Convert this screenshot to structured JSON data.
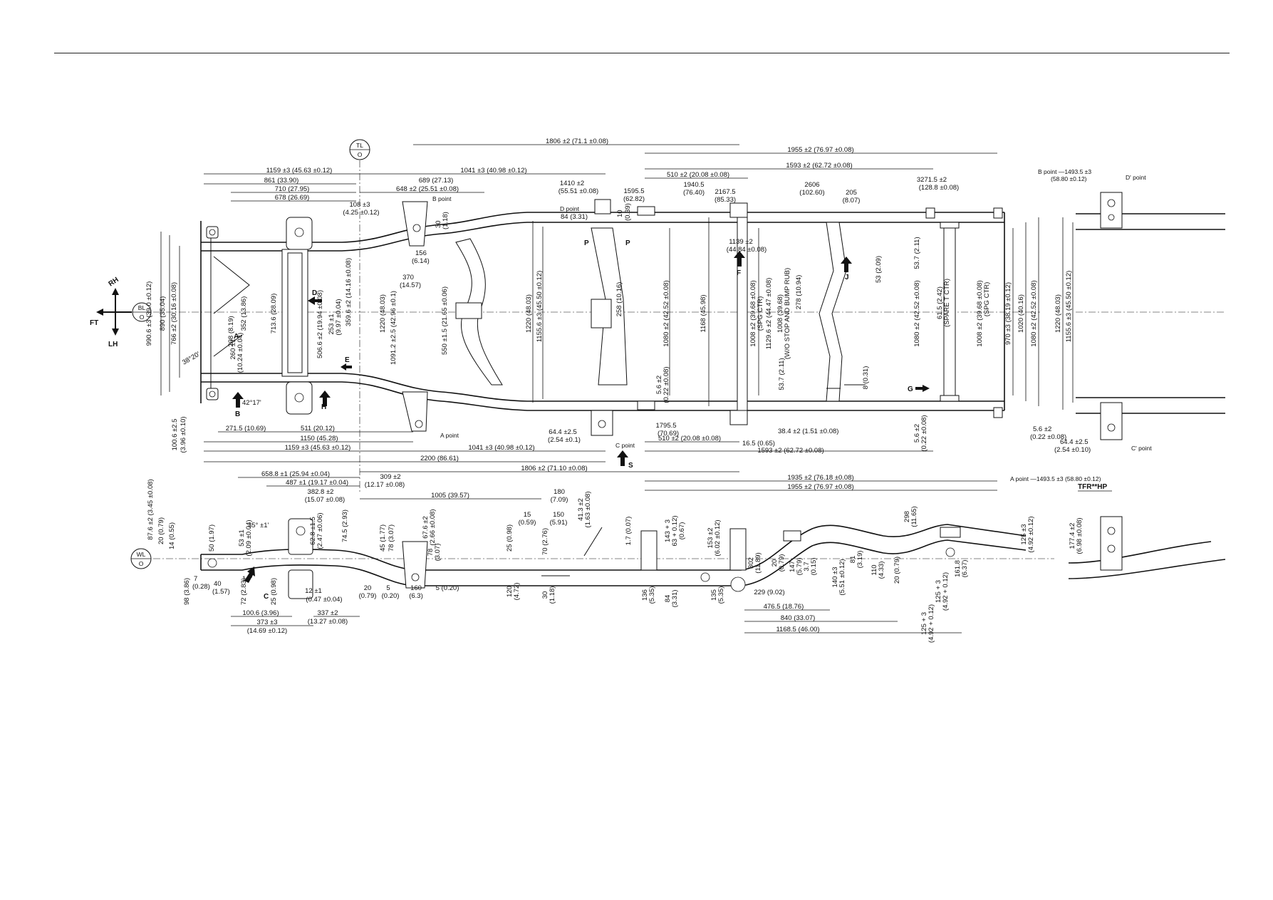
{
  "datums": {
    "tl": "TL",
    "bl": "BL",
    "wl": "WL",
    "zero": "O"
  },
  "orientation": {
    "rh": "RH",
    "lh": "LH",
    "ft": "FT"
  },
  "model_label": "TFR**HP",
  "point_labels": {
    "b_point": "B point",
    "a_point": "A point",
    "c_point": "C point",
    "d_point": "D point",
    "d_prime_point": "D' point",
    "c_prime_point": "C' point",
    "b_point_right": "B point —1493.5 ±3",
    "b_point_right_sub": "(58.80 ±0.12)",
    "a_point_right": "A point —1493.5 ±3 (58.80 ±0.12)"
  },
  "arrows": {
    "a": "A",
    "b": "B",
    "c": "C",
    "d": "D",
    "e": "E",
    "f": "F",
    "g": "G",
    "h": "H",
    "j": "J",
    "p": "P",
    "s": "S"
  },
  "top_dims": {
    "d1806": "1806 ±2 (71.1 ±0.08)",
    "d1955": "1955 ±2 (76.97 ±0.08)",
    "d1593": "1593 ±2 (62.72 ±0.08)",
    "d1159": "1159 ±3 (45.63 ±0.12)",
    "d689": "689 (27.13)",
    "d1041": "1041 ±3 (40.98 ±0.12)",
    "d861": "861 (33.90)",
    "d710": "710 (27.95)",
    "d678": "678 (26.69)",
    "d648": "648 ±2 (25.51 ±0.08)",
    "d1410": "1410 ±2",
    "d1410b": "(55.51 ±0.08)",
    "d1595": "1595.5",
    "d1595b": "(62.82)",
    "d510": "510 ±2 (20.08 ±0.08)",
    "d1940": "1940.5",
    "d1940b": "(76.40)",
    "d2167": "2167.5",
    "d2167b": "(85.33)",
    "d2606": "2606",
    "d2606b": "(102.60)",
    "d205": "205",
    "d205b": "(8.07)",
    "d3271": "3271.5 ±2",
    "d3271b": "(128.8 ±0.08)",
    "d108": "108 ±3",
    "d108b": "(4.25 ±0.12)",
    "d84": "84 (3.31)",
    "d10": "10",
    "d10b": "(0.39)",
    "d30": "30",
    "d30b": "(1.18)",
    "d156": "156",
    "d156b": "(6.14)",
    "d1139": "1139 ±2",
    "d1139b": "(44.84 ±0.08)"
  },
  "mid_dims": {
    "d990": "990.6 ±3 (39.0 ±0.12)",
    "d890": "890 (35.04)",
    "d766": "766 ±2 (30.16 ±0.08)",
    "d352": "352 (13.86)",
    "d208": "208 (8.19)",
    "d260": "260 ±1",
    "d260b": "(10.24 ±0.04)",
    "d713": "713.6 (28.09)",
    "d506": "506.6 ±2 (19.94 ±0.08)",
    "d253": "253 ±1",
    "d253b": "(9.97 ±0.04)",
    "d359": "359.6 ±2 (14.16 ±0.08)",
    "d1220a": "1220 (48.03)",
    "d1091": "1091.2 ±2.5 (42.96 ±0.1)",
    "d370": "370",
    "d370b": "(14.57)",
    "d550": "550 ±1.5 (21.65 ±0.06)",
    "d1220b": "1220 (48.03)",
    "d1155a": "1155.6 ±3 (45.50 ±0.12)",
    "d258": "258 (10.16)",
    "d1080a": "1080 ±2 (42.52 ±0.08)",
    "d1168": "1168 (45.98)",
    "d1008a": "1008 ±2 (39.68 ±0.08)",
    "d1008a2": "(SPG CTR)",
    "d1129": "1129.6 ±2 (44.47 ±0.08)",
    "d1008b": "1008 (39.68)",
    "d1008b2": "(W/O STOP AND BUMP RUB)",
    "d278": "278 (10.94)",
    "d53": "53 (2.09)",
    "d53b": "53.7 (2.11)",
    "d1080b": "1080 ±2 (42.52 ±0.08)",
    "d61": "61.5 (2.42)",
    "d61b": "(SPARE T CTR)",
    "d1008c": "1008 ±2 (39.68 ±0.08)",
    "d1008c2": "(SPG CTR)",
    "d970": "970 ±3 (38.19 ±0.12)",
    "d1020": "1020 (40.16)",
    "d1080c": "1080 ±2 (42.52 ±0.08)",
    "d1220c": "1220 (48.03)",
    "d1155b": "1155.6 ±3 (45.50 ±0.12)",
    "d53c": "53.7 (2.11)",
    "d8": "8 (0.31)",
    "d5_6a": "5.6 ±2",
    "d5_6ab": "(0.22 ±0.08)",
    "ang1": "38°20'",
    "ang2": "42°17'"
  },
  "bottom_plan_dims": {
    "d100": "100.6 ±2.5",
    "d100b": "(3.96 ±0.10)",
    "d271": "271.5 (10.69)",
    "d511": "511 (20.12)",
    "d1150": "1150 (45.28)",
    "d1159b": "1159 ±3 (45.63 ±0.12)",
    "d64a": "64.4 ±2.5",
    "d64ab": "(2.54 ±0.1)",
    "d1041b": "1041 ±3 (40.98 ±0.12)",
    "d2200": "2200 (86.61)",
    "d1806b": "1806 ±2 (71.10 ±0.08)",
    "d1795": "1795.5",
    "d1795b": "(70.69)",
    "d510b": "510 ±2 (20.08 ±0.08)",
    "d38": "38.4 ±2 (1.51 ±0.08)",
    "d16": "16.5 (0.65)",
    "d1593b": "1593 ±2 (62.72 ±0.08)",
    "d5_6b": "5.6 ±2",
    "d5_6bb": "(0.22 ±0.08)",
    "d5_6c": "5.6 ±2",
    "d5_6cb": "(0.22 ±0.08)",
    "d64b": "64.4 ±2.5",
    "d64bb": "(2.54 ±0.10)",
    "d1935": "1935 ±2 (76.18 ±0.08)",
    "d1955b": "1955 ±2 (76.97 ±0.08)",
    "d309": "309 ±2",
    "d309b": "(12.17 ±0.08)"
  },
  "side_dims": {
    "d658": "658.8 ±1 (25.94 ±0.04)",
    "d487": "487 ±1 (19.17 ±0.04)",
    "d382": "382.8 ±2",
    "d382b": "(15.07 ±0.08)",
    "d1005": "1005 (39.57)",
    "d180": "180",
    "d180b": "(7.09)",
    "d41": "41.3 ±2",
    "d41b": "(1.63 ±0.08)",
    "d87": "87.6 ±2 (3.45 ±0.08)",
    "d20a": "20 (0.79)",
    "d14": "14 (0.55)",
    "d50": "50 (1.97)",
    "d53_1": "53 ±1",
    "d53_1b": "(2.09 ±0.04)",
    "ang35": "35° ±1'",
    "ang14": "14°",
    "d62": "62.8 ±1.5",
    "d62b": "(2.47 ±0.06)",
    "d74": "74.5 (2.93)",
    "d45": "45 (1.77)",
    "d78a": "78 (3.07)",
    "d67": "67.6 ±2",
    "d67b": "(2.66 ±0.08)",
    "d78b": "78",
    "d78bb": "(3.07)",
    "d25a": "25 (0.98)",
    "d15": "15",
    "d15b": "(0.59)",
    "d150": "150",
    "d150b": "(5.91)",
    "d70": "70 (2.76)",
    "d1_7": "1.7 (0.07)",
    "d143": "143 + 3",
    "d143b": "63 + 0.12)",
    "d143c": "(0.67)",
    "d153": "153 ±2",
    "d153b": "(6.02 ±0.12)",
    "d298": "298",
    "d298b": "(11.65)",
    "d125a": "125 ±3",
    "d125ab": "(4.92 ±0.12)",
    "d177": "177.4 ±2",
    "d177b": "(6.98 ±0.08)",
    "d98": "98 (3.86)",
    "d7": "7",
    "d7b": "(0.28)",
    "d40": "40",
    "d40b": "(1.57)",
    "d72": "72 (2.83)",
    "d25b": "25 (0.98)",
    "d100s": "100.6 (3.96)",
    "d373": "373 ±3",
    "d373b": "(14.69 ±0.12)",
    "d12": "12 ±1",
    "d12b": "(0.47 ±0.04)",
    "d337": "337 ±2",
    "d337b": "(13.27 ±0.08)",
    "d20b": "20",
    "d20bb": "(0.79)",
    "d5a": "5",
    "d5ab": "(0.20)",
    "d160": "160",
    "d160b": "(6.3)",
    "d5b": "5 (0.20)",
    "d120": "120",
    "d120b": "(4.72)",
    "d30s": "30",
    "d30sb": "(1.18)",
    "d136a": "136",
    "d136ab": "(5.35)",
    "d84s": "84",
    "d84sb": "(3.31)",
    "d135": "135",
    "d135b": "(5.35)",
    "d302": "302",
    "d302b": "(11.89)",
    "d229": "229 (9.02)",
    "d20c": "20",
    "d20cb": "(0.79)",
    "d147": "147",
    "d147b": "(5.79)",
    "d3_7": "3.7",
    "d3_7b": "(0.15)",
    "d140": "140 ±3",
    "d140b": "(5.51 ±0.12)",
    "d81": "81",
    "d81b": "(3.19)",
    "d110": "110",
    "d110b": "(4.33)",
    "d20d": "20 (0.79)",
    "d125b": "125 + 3",
    "d125bb": "(4.92 + 0.12)",
    "d161": "161.8",
    "d161b": "(6.37)",
    "d476": "476.5 (18.76)",
    "d840": "840 (33.07)",
    "d1168s": "1168.5 (46.00)",
    "d125c": "125 + 3",
    "d125cb": "(4.92 + 0.12)"
  }
}
